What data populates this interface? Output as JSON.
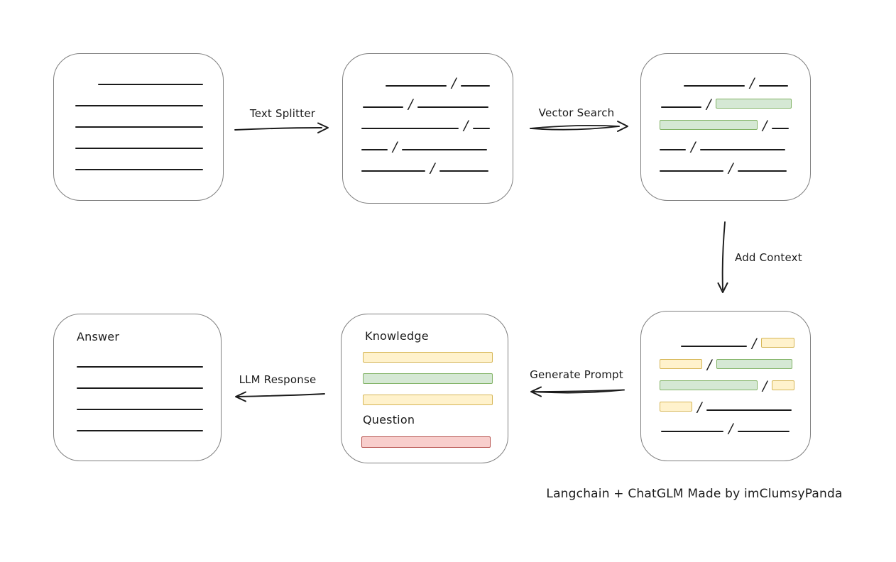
{
  "diagram": {
    "caption": "Langchain + ChatGLM Made by imClumsyPanda",
    "colors": {
      "line": "#1b1b1b",
      "box_border": "#7f7f7f",
      "green_fill": "#d5e8d4",
      "green_border": "#82b366",
      "yellow_fill": "#fff2cc",
      "yellow_border": "#d6b656",
      "red_fill": "#f8cecc",
      "red_border": "#b85450"
    },
    "arrows": {
      "text_splitter": {
        "label": "Text Splitter",
        "direction": "right"
      },
      "vector_search": {
        "label": "Vector Search",
        "direction": "right"
      },
      "add_context": {
        "label": "Add Context",
        "direction": "down"
      },
      "generate_prompt": {
        "label": "Generate Prompt",
        "direction": "left"
      },
      "llm_response": {
        "label": "LLM Response",
        "direction": "left"
      }
    },
    "nodes": {
      "document": {
        "lines": [
          {
            "indent": 62,
            "w": 148
          },
          {
            "indent": 30,
            "w": 180
          },
          {
            "indent": 30,
            "w": 180
          },
          {
            "indent": 30,
            "w": 180
          },
          {
            "indent": 30,
            "w": 180
          }
        ]
      },
      "split_text": {
        "rows": [
          {
            "indent": 60,
            "segs": [
              {
                "t": "line",
                "w": 86
              },
              {
                "t": "slash"
              },
              {
                "t": "line",
                "w": 41
              }
            ]
          },
          {
            "indent": 28,
            "segs": [
              {
                "t": "line",
                "w": 57
              },
              {
                "t": "slash"
              },
              {
                "t": "line",
                "w": 100
              }
            ]
          },
          {
            "indent": 26,
            "segs": [
              {
                "t": "line",
                "w": 137
              },
              {
                "t": "slash"
              },
              {
                "t": "line",
                "w": 24
              }
            ]
          },
          {
            "indent": 26,
            "segs": [
              {
                "t": "line",
                "w": 37
              },
              {
                "t": "slash"
              },
              {
                "t": "line",
                "w": 120
              }
            ]
          },
          {
            "indent": 26,
            "segs": [
              {
                "t": "line",
                "w": 90
              },
              {
                "t": "slash"
              },
              {
                "t": "line",
                "w": 69
              }
            ]
          }
        ]
      },
      "vector_matched": {
        "rows": [
          {
            "indent": 60,
            "segs": [
              {
                "t": "line",
                "w": 86
              },
              {
                "t": "slash"
              },
              {
                "t": "line",
                "w": 41
              }
            ]
          },
          {
            "indent": 28,
            "segs": [
              {
                "t": "line",
                "w": 57
              },
              {
                "t": "slash"
              },
              {
                "t": "green",
                "w": 107
              }
            ]
          },
          {
            "indent": 26,
            "segs": [
              {
                "t": "green",
                "w": 138
              },
              {
                "t": "slash"
              },
              {
                "t": "line",
                "w": 24
              }
            ]
          },
          {
            "indent": 26,
            "segs": [
              {
                "t": "line",
                "w": 37
              },
              {
                "t": "slash"
              },
              {
                "t": "line",
                "w": 120
              }
            ]
          },
          {
            "indent": 26,
            "segs": [
              {
                "t": "line",
                "w": 90
              },
              {
                "t": "slash"
              },
              {
                "t": "line",
                "w": 69
              }
            ]
          }
        ]
      },
      "context": {
        "rows": [
          {
            "indent": 56,
            "segs": [
              {
                "t": "line",
                "w": 93
              },
              {
                "t": "slash"
              },
              {
                "t": "yellow",
                "w": 47
              }
            ]
          },
          {
            "indent": 26,
            "segs": [
              {
                "t": "yellow",
                "w": 60
              },
              {
                "t": "slash"
              },
              {
                "t": "green",
                "w": 107
              }
            ]
          },
          {
            "indent": 26,
            "segs": [
              {
                "t": "green",
                "w": 138
              },
              {
                "t": "slash"
              },
              {
                "t": "yellow",
                "w": 32
              }
            ]
          },
          {
            "indent": 26,
            "segs": [
              {
                "t": "yellow",
                "w": 46
              },
              {
                "t": "slash"
              },
              {
                "t": "line",
                "w": 120
              }
            ]
          },
          {
            "indent": 28,
            "segs": [
              {
                "t": "line",
                "w": 88
              },
              {
                "t": "slash"
              },
              {
                "t": "line",
                "w": 73
              }
            ]
          }
        ]
      },
      "prompt": {
        "knowledge_label": "Knowledge",
        "question_label": "Question",
        "knowledge_bars": [
          {
            "color": "yellow"
          },
          {
            "color": "green"
          },
          {
            "color": "yellow"
          }
        ],
        "question_bar_color": "red"
      },
      "answer": {
        "label": "Answer",
        "lines": [
          {
            "indent": 32,
            "w": 178
          },
          {
            "indent": 32,
            "w": 178
          },
          {
            "indent": 32,
            "w": 178
          },
          {
            "indent": 32,
            "w": 178
          }
        ]
      }
    }
  }
}
